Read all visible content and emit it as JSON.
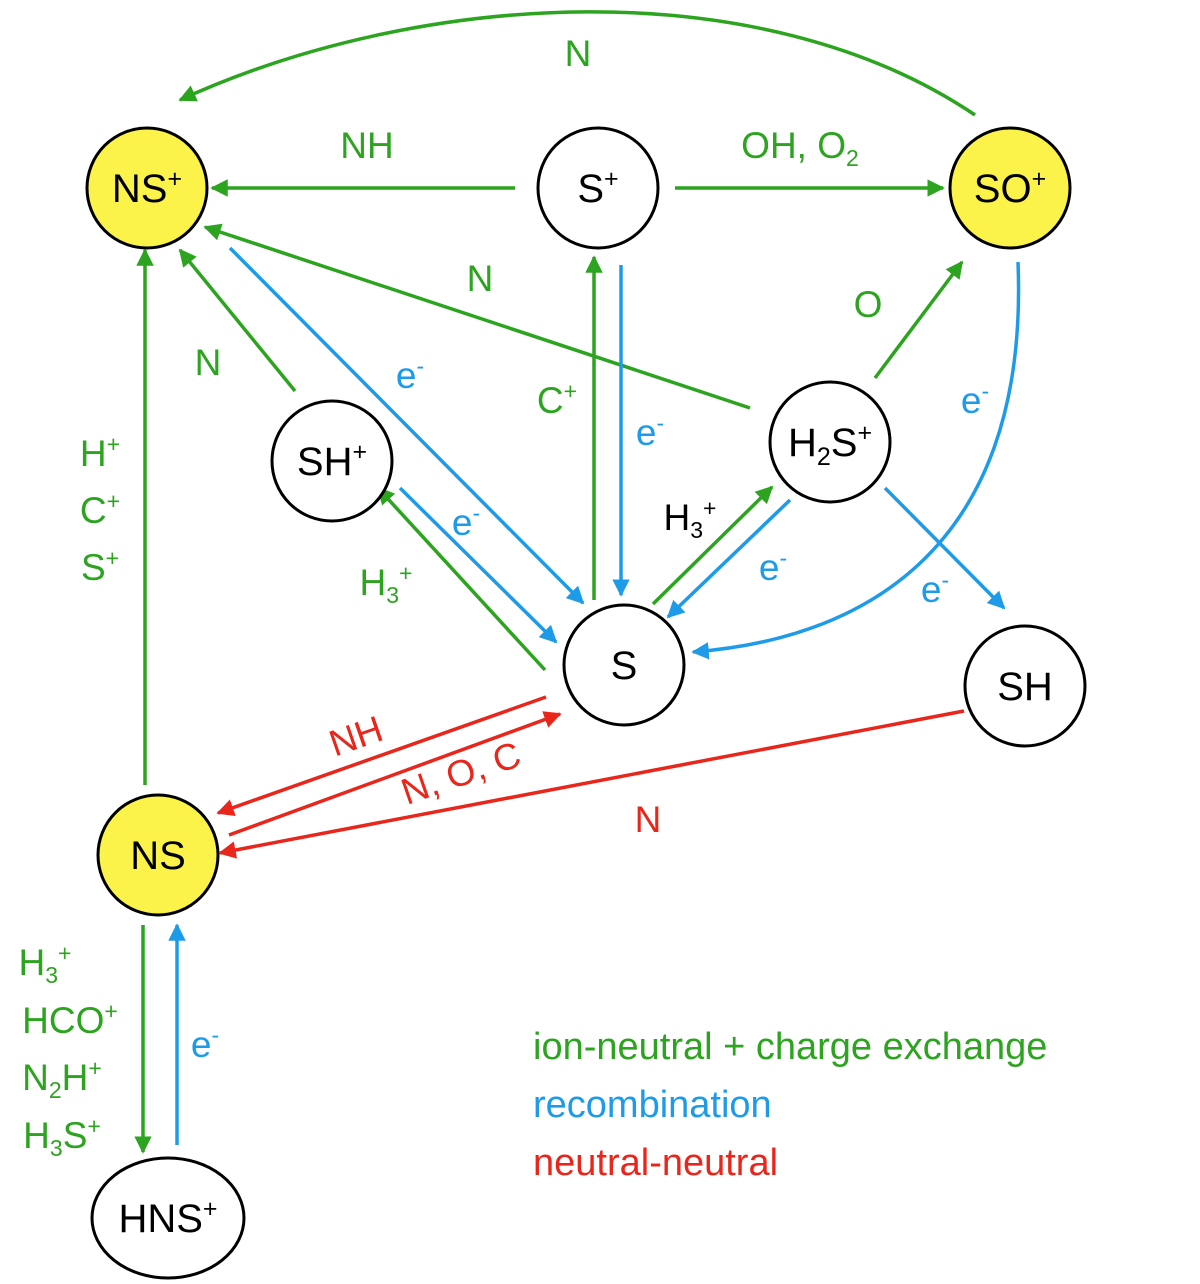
{
  "colors": {
    "ion_neutral": "#2ca41f",
    "recombination": "#1e9be8",
    "neutral_neutral": "#e8261b",
    "black": "#000000",
    "highlight_fill": "#fbf24a",
    "node_fill": "#ffffff"
  },
  "nodes": [
    {
      "id": "NSp",
      "label": "NS",
      "sub": "",
      "sup": "+",
      "highlight": true
    },
    {
      "id": "Sp",
      "label": "S",
      "sub": "",
      "sup": "+",
      "highlight": false
    },
    {
      "id": "SOp",
      "label": "SO",
      "sub": "",
      "sup": "+",
      "highlight": true
    },
    {
      "id": "SHp",
      "label": "SH",
      "sub": "",
      "sup": "+",
      "highlight": false
    },
    {
      "id": "H2Sp",
      "label": "H",
      "sub": "2",
      "post": "S",
      "sup": "+",
      "highlight": false
    },
    {
      "id": "S",
      "label": "S",
      "sub": "",
      "sup": "",
      "highlight": false
    },
    {
      "id": "SH",
      "label": "SH",
      "sub": "",
      "sup": "",
      "highlight": false
    },
    {
      "id": "NS",
      "label": "NS",
      "sub": "",
      "sup": "",
      "highlight": true
    },
    {
      "id": "HNSp",
      "label": "HNS",
      "sub": "",
      "sup": "+",
      "highlight": false
    }
  ],
  "edges": [
    {
      "from": "SOp",
      "to": "NSp",
      "type": "ion_neutral"
    },
    {
      "from": "Sp",
      "to": "NSp",
      "type": "ion_neutral"
    },
    {
      "from": "Sp",
      "to": "SOp",
      "type": "ion_neutral"
    },
    {
      "from": "H2Sp",
      "to": "NSp",
      "type": "ion_neutral"
    },
    {
      "from": "SHp",
      "to": "NSp",
      "type": "ion_neutral"
    },
    {
      "from": "NS",
      "to": "NSp",
      "type": "ion_neutral"
    },
    {
      "from": "S",
      "to": "Sp",
      "type": "ion_neutral"
    },
    {
      "from": "H2Sp",
      "to": "SOp",
      "type": "ion_neutral"
    },
    {
      "from": "S",
      "to": "SHp",
      "type": "ion_neutral"
    },
    {
      "from": "S",
      "to": "H2Sp",
      "type": "ion_neutral"
    },
    {
      "from": "NS",
      "to": "HNSp",
      "type": "ion_neutral"
    },
    {
      "from": "NSp",
      "to": "S",
      "type": "recombination"
    },
    {
      "from": "Sp",
      "to": "S",
      "type": "recombination"
    },
    {
      "from": "SHp",
      "to": "S",
      "type": "recombination"
    },
    {
      "from": "H2Sp",
      "to": "S",
      "type": "recombination"
    },
    {
      "from": "H2Sp",
      "to": "SH",
      "type": "recombination"
    },
    {
      "from": "SOp",
      "to": "S",
      "type": "recombination"
    },
    {
      "from": "HNSp",
      "to": "NS",
      "type": "recombination"
    },
    {
      "from": "S",
      "to": "NS",
      "type": "neutral_neutral"
    },
    {
      "from": "NS",
      "to": "S",
      "type": "neutral_neutral"
    },
    {
      "from": "SH",
      "to": "NS",
      "type": "neutral_neutral"
    }
  ],
  "edge_labels": [
    {
      "id": "lbl-so-ns-n",
      "type": "ion_neutral",
      "parts": [
        {
          "t": "N"
        }
      ]
    },
    {
      "id": "lbl-s-ns-nh",
      "type": "ion_neutral",
      "parts": [
        {
          "t": "NH"
        }
      ]
    },
    {
      "id": "lbl-s-so",
      "type": "ion_neutral",
      "parts": [
        {
          "t": "OH, O"
        },
        {
          "t": "2",
          "sub": true
        }
      ]
    },
    {
      "id": "lbl-h2s-ns-n",
      "type": "ion_neutral",
      "parts": [
        {
          "t": "N"
        }
      ]
    },
    {
      "id": "lbl-h2s-so-o",
      "type": "ion_neutral",
      "parts": [
        {
          "t": "O"
        }
      ]
    },
    {
      "id": "lbl-sh-ns-n",
      "type": "ion_neutral",
      "parts": [
        {
          "t": "N"
        }
      ]
    },
    {
      "id": "lbl-ns-rec",
      "type": "recombination",
      "parts": [
        {
          "t": "e"
        },
        {
          "t": "-",
          "sup": true
        }
      ]
    },
    {
      "id": "lbl-s-sp-c",
      "type": "ion_neutral",
      "parts": [
        {
          "t": "C"
        },
        {
          "t": "+",
          "sup": true
        }
      ]
    },
    {
      "id": "lbl-sp-rec",
      "type": "recombination",
      "parts": [
        {
          "t": "e"
        },
        {
          "t": "-",
          "sup": true
        }
      ]
    },
    {
      "id": "lbl-so-rec",
      "type": "recombination",
      "parts": [
        {
          "t": "e"
        },
        {
          "t": "-",
          "sup": true
        }
      ]
    },
    {
      "id": "lbl-h1",
      "type": "ion_neutral",
      "parts": [
        {
          "t": "H"
        },
        {
          "t": "+",
          "sup": true
        }
      ]
    },
    {
      "id": "lbl-c1",
      "type": "ion_neutral",
      "parts": [
        {
          "t": "C"
        },
        {
          "t": "+",
          "sup": true
        }
      ]
    },
    {
      "id": "lbl-s1",
      "type": "ion_neutral",
      "parts": [
        {
          "t": "S"
        },
        {
          "t": "+",
          "sup": true
        }
      ]
    },
    {
      "id": "lbl-sh-rec",
      "type": "recombination",
      "parts": [
        {
          "t": "e"
        },
        {
          "t": "-",
          "sup": true
        }
      ]
    },
    {
      "id": "lbl-h3-sh",
      "type": "ion_neutral",
      "parts": [
        {
          "t": "H"
        },
        {
          "t": "3",
          "sub": true
        },
        {
          "t": "+",
          "sup": true
        }
      ]
    },
    {
      "id": "lbl-h3-h2s",
      "type": "black",
      "parts": [
        {
          "t": "H"
        },
        {
          "t": "3",
          "sub": true
        },
        {
          "t": "+",
          "sup": true
        }
      ]
    },
    {
      "id": "lbl-h2s-s-rec",
      "type": "recombination",
      "parts": [
        {
          "t": "e"
        },
        {
          "t": "-",
          "sup": true
        }
      ]
    },
    {
      "id": "lbl-h2s-sh-rec",
      "type": "recombination",
      "parts": [
        {
          "t": "e"
        },
        {
          "t": "-",
          "sup": true
        }
      ]
    },
    {
      "id": "lbl-nn-nh",
      "type": "neutral_neutral",
      "parts": [
        {
          "t": "NH"
        }
      ]
    },
    {
      "id": "lbl-nn-noc",
      "type": "neutral_neutral",
      "parts": [
        {
          "t": "N, O, C"
        }
      ]
    },
    {
      "id": "lbl-nn-n",
      "type": "neutral_neutral",
      "parts": [
        {
          "t": "N"
        }
      ]
    },
    {
      "id": "lbl-l-h3",
      "type": "ion_neutral",
      "parts": [
        {
          "t": "H"
        },
        {
          "t": "3",
          "sub": true
        },
        {
          "t": "+",
          "sup": true
        }
      ]
    },
    {
      "id": "lbl-l-hco",
      "type": "ion_neutral",
      "parts": [
        {
          "t": "HCO"
        },
        {
          "t": "+",
          "sup": true
        }
      ]
    },
    {
      "id": "lbl-l-n2h",
      "type": "ion_neutral",
      "parts": [
        {
          "t": "N"
        },
        {
          "t": "2",
          "sub": true
        },
        {
          "t": "H"
        },
        {
          "t": "+",
          "sup": true
        }
      ]
    },
    {
      "id": "lbl-l-h3s",
      "type": "ion_neutral",
      "parts": [
        {
          "t": "H"
        },
        {
          "t": "3",
          "sub": true
        },
        {
          "t": "S"
        },
        {
          "t": "+",
          "sup": true
        }
      ]
    },
    {
      "id": "lbl-hns-rec",
      "type": "recombination",
      "parts": [
        {
          "t": "e"
        },
        {
          "t": "-",
          "sup": true
        }
      ]
    }
  ],
  "legend": [
    {
      "text": "ion-neutral + charge exchange",
      "type": "ion_neutral"
    },
    {
      "text": "recombination",
      "type": "recombination"
    },
    {
      "text": "neutral-neutral",
      "type": "neutral_neutral"
    }
  ]
}
